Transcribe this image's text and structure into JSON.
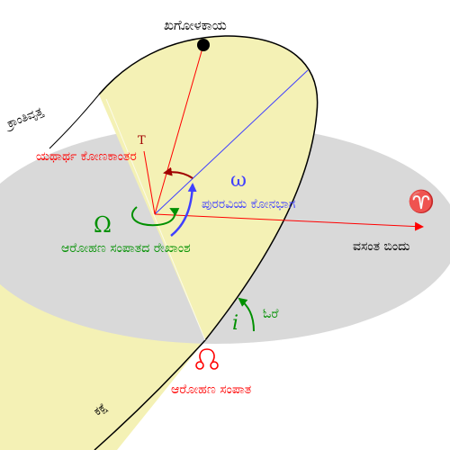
{
  "labels": {
    "celestial_body": "ಖಗೋಳಕಾಯ",
    "ecliptic": "ಕ್ರಾಂತಿವೃತ್ತ",
    "true_anomaly_symbol": "T",
    "true_anomaly": "ಯಥಾರ್ಥ ಕೋಣಕಾಂತರ",
    "omega_symbol": "ω",
    "arg_periapsis": "ಪುರರವಿಯ ಕೋನಭಾಗ",
    "aries_symbol": "♈",
    "vernal_point": "ವಸಂತ ಬಿಂದು",
    "big_omega_symbol": "Ω",
    "long_ascending": "ಆರೋಹಣ ಸಂಪಾತದ ರೇಖಾಂಶ",
    "inclination_symbol": "i",
    "inclination": "ಓರೆ",
    "ascending_node": "ಆರೋಹಣ ಸಂಪಾತ",
    "orbit": "ಕಕ್ಷೆ"
  },
  "colors": {
    "reference_plane": "#d9d9d9",
    "orbital_plane": "#f4f1b5",
    "orbit_outline": "#000000",
    "red": "#ff0000",
    "dark_red": "#a00000",
    "blue": "#4040ff",
    "green": "#009000",
    "body": "#000000"
  },
  "icons": {
    "node_symbol": "ascending-node-icon",
    "body_marker": "filled-circle-icon"
  }
}
